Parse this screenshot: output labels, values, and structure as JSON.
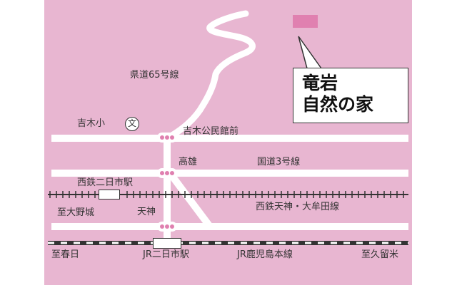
{
  "destination": {
    "title": "竜岩\n自然の家",
    "marker_color": "#e080b0"
  },
  "roads": {
    "prefectural_65": "県道65号線",
    "national_3": "国道3号線"
  },
  "bus_stops": {
    "kiki_hall": "吉木公民館前",
    "takao": "高雄",
    "tenjin": "天神"
  },
  "landmarks": {
    "school_name": "吉木小",
    "school_symbol": "文"
  },
  "railways": {
    "nishitetsu_line": "西鉄天神・大牟田線",
    "nishitetsu_station": "西鉄二日市駅",
    "jr_station": "JR二日市駅",
    "jr_line": "JR鹿児島本線"
  },
  "directions": {
    "to_ono": "至大野城",
    "to_haruhi": "至春日",
    "to_kurume": "至久留米"
  },
  "colors": {
    "background": "#e8b6d1",
    "road": "#ffffff",
    "rail": "#333333",
    "stop_dot": "#e8b6d1"
  }
}
